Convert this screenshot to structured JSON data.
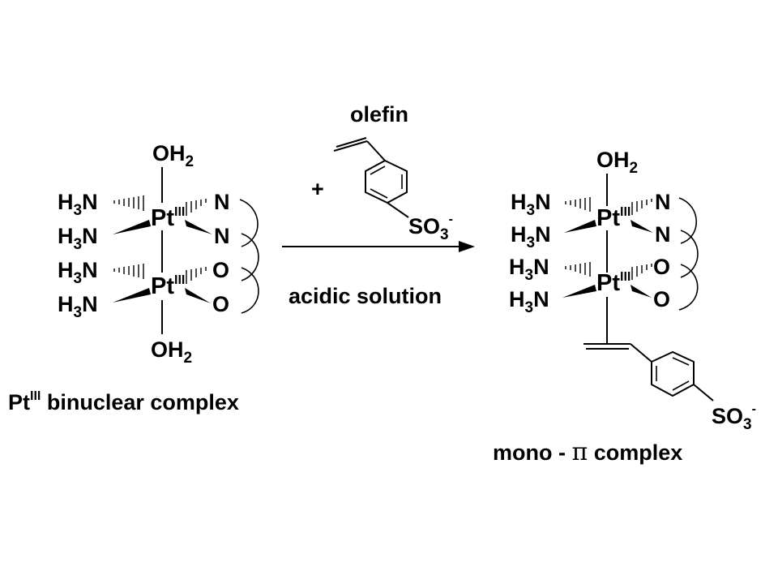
{
  "reagents": {
    "title": "olefin",
    "plus": "+",
    "sulfonate": {
      "main": "SO",
      "sub": "3",
      "charge": "-"
    }
  },
  "condition": "acidic solution",
  "atoms": {
    "O": "O",
    "H": "H",
    "N": "N",
    "Pt": "Pt",
    "two": "2",
    "three": "3",
    "oxidation": "III"
  },
  "reactant_label": {
    "metal": "Pt",
    "oxidation": "III",
    "text": " binuclear complex"
  },
  "product_label": {
    "prefix": "mono - ",
    "pi": "π",
    "suffix": " complex"
  }
}
